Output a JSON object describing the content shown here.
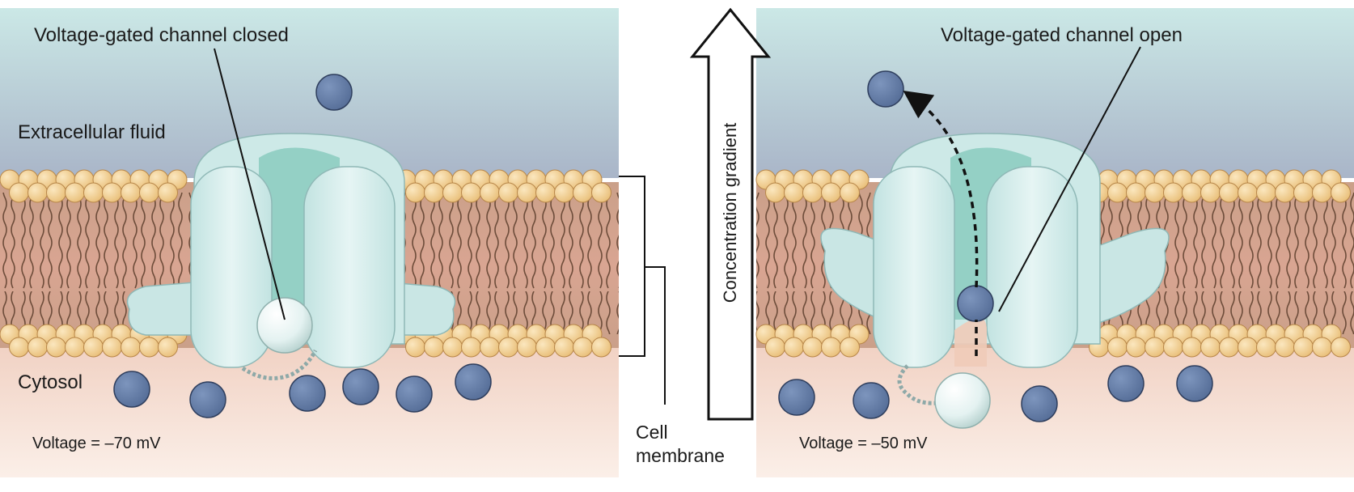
{
  "left_panel": {
    "title": "Voltage-gated channel closed",
    "extracellular": "Extracellular fluid",
    "cytosol": "Cytosol",
    "voltage": "Voltage = –70 mV"
  },
  "right_panel": {
    "title": "Voltage-gated channel open",
    "voltage": "Voltage = –50 mV"
  },
  "center": {
    "gradient": "Concentration gradient",
    "membrane_line1": "Cell",
    "membrane_line2": "membrane"
  },
  "colors": {
    "extracellular_top": "#c6e4e4",
    "extracellular_bottom": "#a9b6c8",
    "cytosol": "#f7ddd0",
    "membrane_core": "#c99a7e",
    "lipid_head": "#f2cf93",
    "channel": "#d5eeec",
    "channel_inner": "#7fc6b9",
    "ion": "#5f78a3",
    "ion_stroke": "#2f3f5e"
  }
}
